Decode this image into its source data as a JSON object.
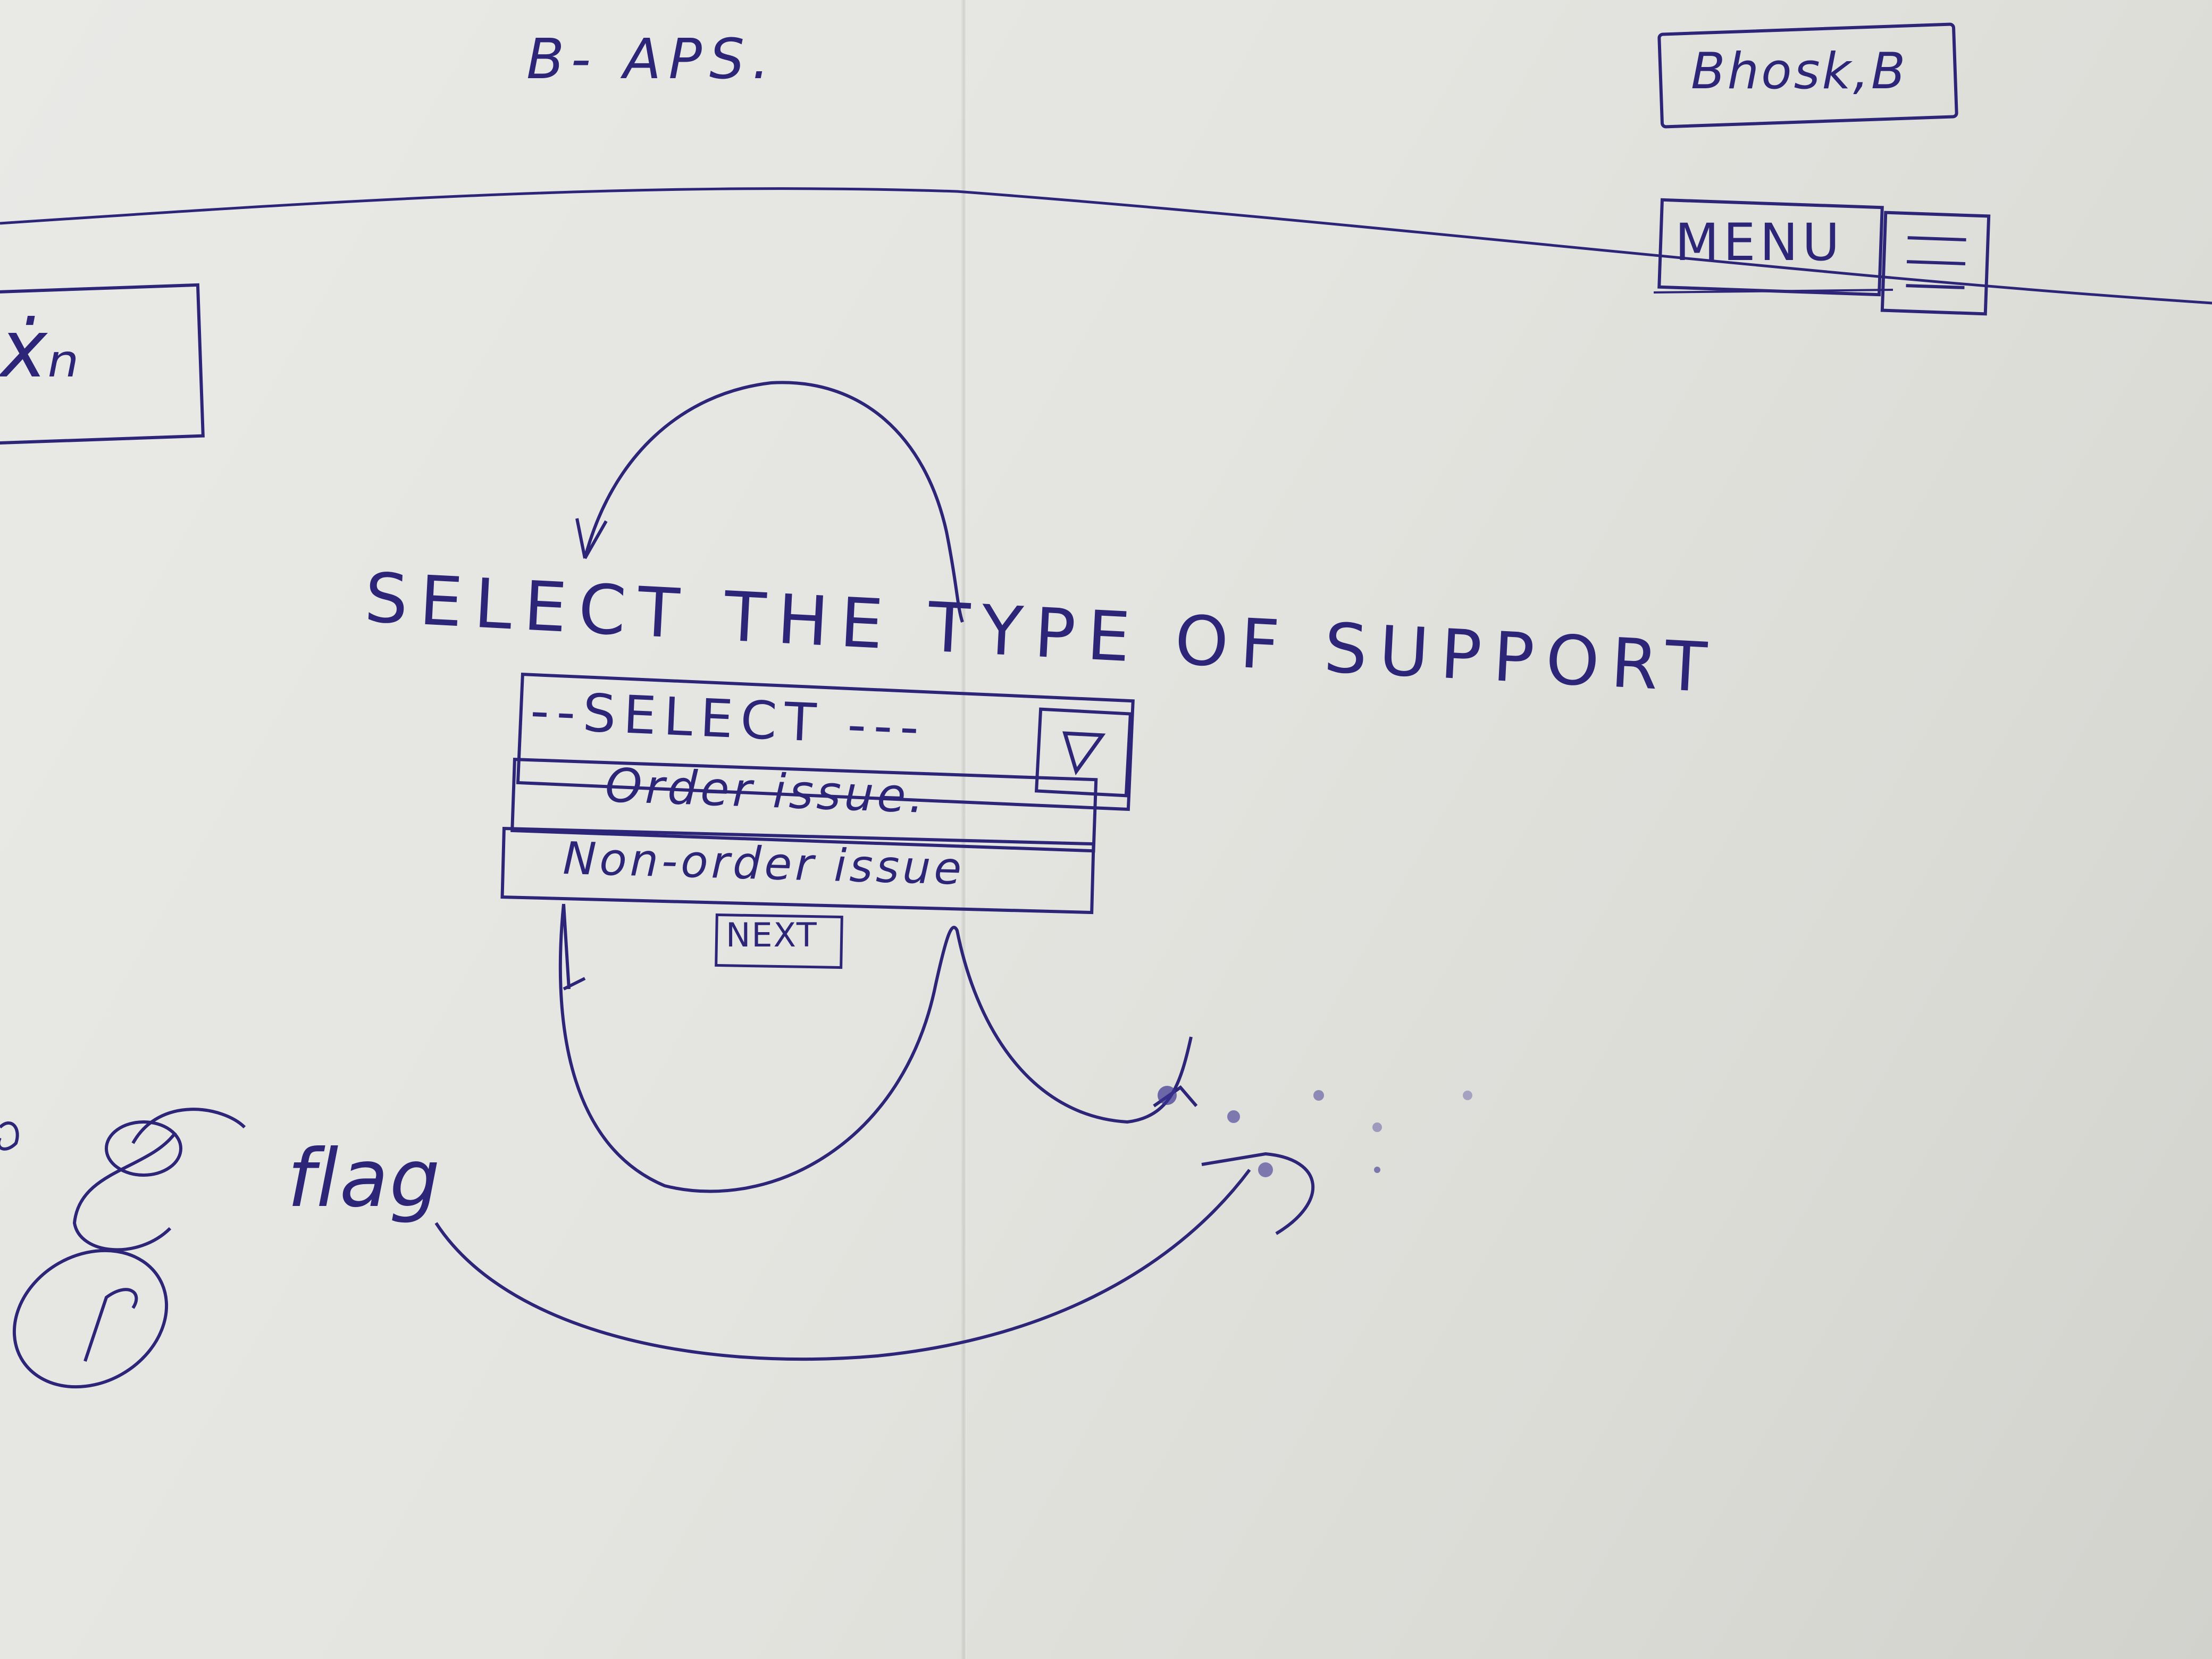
{
  "header": {
    "app_title": "B- APS.",
    "user_name": "Bhosk,B",
    "menu_label": "MENU",
    "menu_icon": "hamburger-icon"
  },
  "logo": {
    "mark": "ẋₙ",
    "icon": "logo-icon"
  },
  "support": {
    "heading": "SELECT THE TYPE OF SUPPORT",
    "dropdown": {
      "placeholder": "--SELECT ---",
      "arrow_icon": "triangle-down-icon",
      "options": [
        "Order issue.",
        "Non-order issue"
      ]
    },
    "next_label": "NEXT"
  },
  "annotations": {
    "flag_label": "flag"
  },
  "colors": {
    "ink": "#2c2578",
    "paper": "#e6e6e2"
  }
}
